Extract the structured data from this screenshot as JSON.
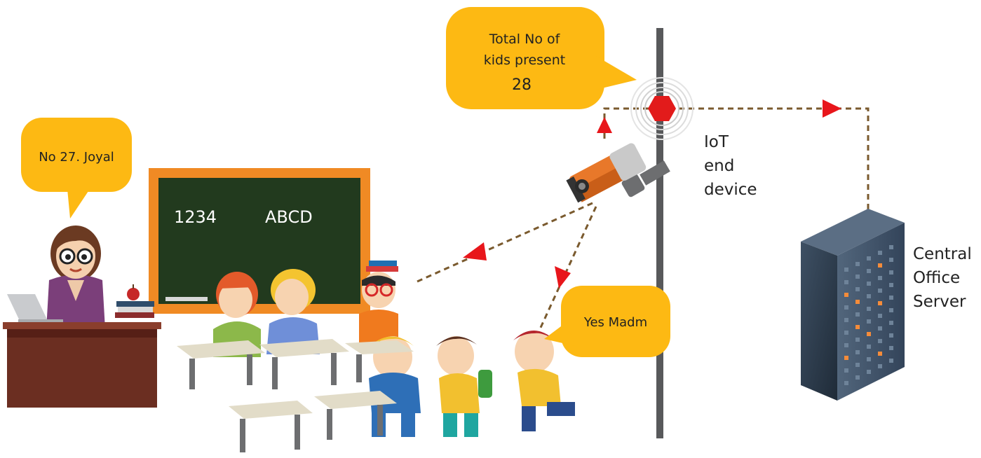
{
  "teacher_bubble": {
    "text": "No 27. Joyal"
  },
  "camera_bubble": {
    "lines": [
      "Total No of",
      "kids present",
      "28"
    ]
  },
  "student_bubble": {
    "text": "Yes Madm"
  },
  "blackboard": {
    "left_text": "1234",
    "right_text": "ABCD"
  },
  "iot_label": {
    "lines": [
      "IoT",
      "end",
      "device"
    ]
  },
  "server_label": {
    "lines": [
      "Central",
      "Office",
      "Server"
    ]
  },
  "colors": {
    "bubble": "#FDB913",
    "arrow": "#E8161B",
    "dashed_line": "#7A5A2E",
    "pole": "#58595B",
    "board_frame": "#F08A24",
    "board_surface": "#223A1E",
    "server": "#2F3E4E",
    "server_light": "#F58C3A",
    "desk": "#6B2E21"
  },
  "icons": [
    "teacher-figure",
    "laptop-icon",
    "books-icon",
    "apple-icon",
    "camera-icon",
    "sensor-icon",
    "server-icon",
    "student-figure",
    "school-desk"
  ]
}
